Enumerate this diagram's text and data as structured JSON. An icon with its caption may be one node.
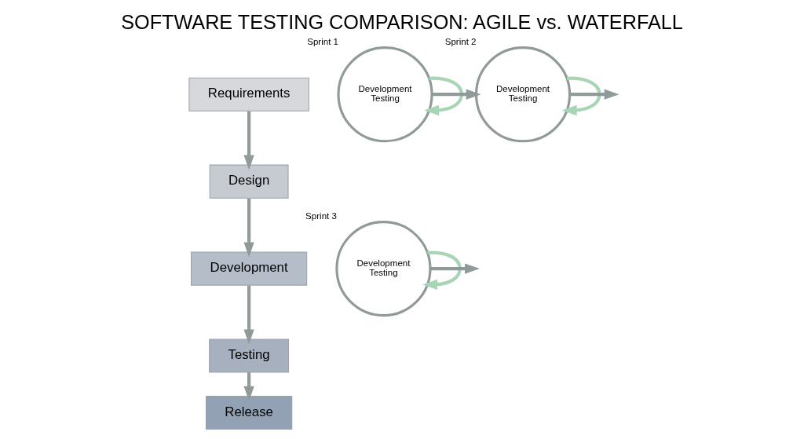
{
  "diagram": {
    "title": "SOFTWARE TESTING COMPARISON: AGILE vs. WATERFALL",
    "nodes": [
      {
        "text": [
          "Requirements"
        ]
      },
      {
        "text": [
          "Design"
        ]
      },
      {
        "text": [
          "Development"
        ]
      },
      {
        "text": [
          "Testing"
        ]
      },
      {
        "text": [
          "Release"
        ]
      },
      {
        "text": [
          "Development",
          "Testing"
        ],
        "beside": [
          "Sprint 1"
        ]
      },
      {
        "text": [
          "Development",
          "Testing"
        ],
        "beside": [
          "Sprint 2"
        ]
      },
      {
        "text": [
          "Development",
          "Testing"
        ],
        "beside": [
          "Sprint 3"
        ]
      }
    ],
    "edges": [
      {
        "from": 0,
        "to": 1,
        "arrow": "to"
      },
      {
        "from": 1,
        "to": 2,
        "arrow": "to"
      },
      {
        "from": 2,
        "to": 3,
        "arrow": "to"
      },
      {
        "from": 3,
        "to": 4,
        "arrow": "to"
      },
      {
        "from": 5,
        "to": 5,
        "arrow": "to",
        "color": "#a8d5b5"
      },
      {
        "from": 5,
        "to": 6,
        "arrow": "to"
      },
      {
        "from": 6,
        "to": 6,
        "arrow": "to",
        "color": "#a8d5b5"
      },
      {
        "from": 6,
        "to": null,
        "arrow": "to"
      },
      {
        "from": 7,
        "to": 7,
        "arrow": "to",
        "color": "#a8d5b5"
      },
      {
        "from": 7,
        "to": null,
        "arrow": "to"
      }
    ]
  }
}
